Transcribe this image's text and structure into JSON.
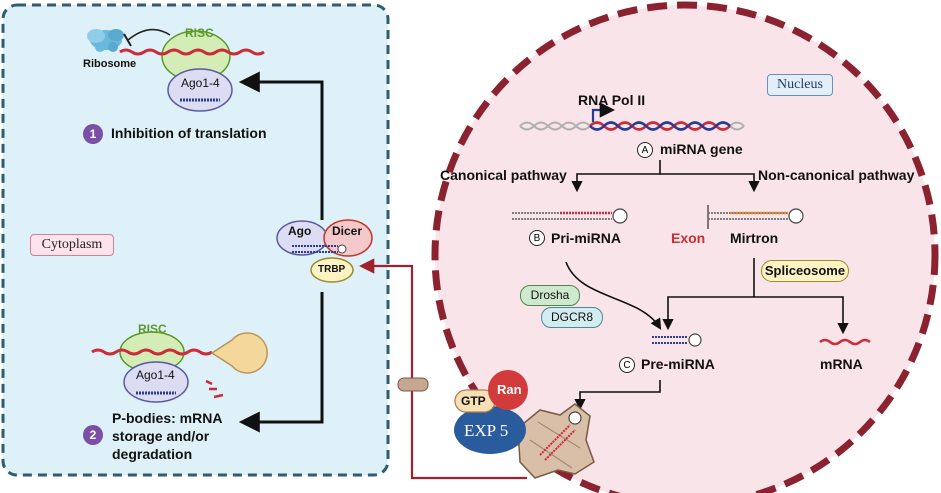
{
  "cytoplasm": {
    "label": "Cytoplasm",
    "risc_top": "RISC",
    "ago_top": "Ago1-4",
    "ribosome": "Ribosome",
    "step1_number": "1",
    "step1_text": "Inhibition of translation",
    "risc_bottom": "RISC",
    "ago_bottom": "Ago1-4",
    "step2_number": "2",
    "step2_text_line1": "P-bodies: mRNA",
    "step2_text_line2": "storage and/or",
    "step2_text_line3": "degradation",
    "ago": "Ago",
    "dicer": "Dicer",
    "trbp": "TRBP"
  },
  "nucleus": {
    "label": "Nucleus",
    "rna_pol": "RNA Pol II",
    "gene_letter": "A",
    "gene_label": "miRNA gene",
    "canonical": "Canonical pathway",
    "noncanonical": "Non-canonical pathway",
    "pri_letter": "B",
    "pri_label": "Pri-miRNA",
    "exon": "Exon",
    "mirtron": "Mirtron",
    "spliceosome": "Spliceosome",
    "drosha": "Drosha",
    "dgcr8": "DGCR8",
    "pre_letter": "C",
    "pre_label": "Pre-miRNA",
    "mrna": "mRNA"
  },
  "export": {
    "gtp": "GTP",
    "ran": "Ran",
    "exp5": "EXP 5"
  },
  "colors": {
    "cytoplasm_fill": "#dff1f8",
    "cytoplasm_border": "#2f5d6e",
    "nucleus_fill": "#f9e4ea",
    "nucleus_border": "#8b2230",
    "rna_red": "#cc2b3a",
    "export_arrow": "#a0222c",
    "step_purple": "#7b4fa8",
    "exon_red": "#c8302f",
    "risc_green": "#5b9a2a"
  }
}
